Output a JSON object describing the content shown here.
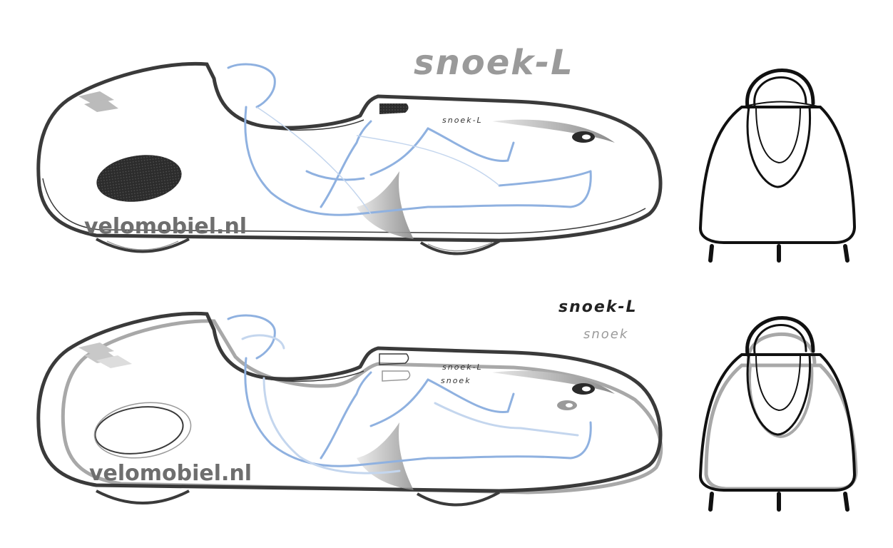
{
  "title": "snoek-L",
  "top": {
    "brand": "velomobiel.nl",
    "side_logo": "snoek-L"
  },
  "bottom": {
    "brand": "velomobiel.nl",
    "side_logo_l": "snoek-L",
    "side_logo_s": "snoek"
  },
  "legend": {
    "primary": "snoek-L",
    "secondary": "snoek"
  },
  "colors": {
    "body_stroke": "#3a3a3a",
    "rider_blue": "#8fb1e0",
    "rider_blue_light": "#c4d6ee",
    "gray_overlay": "#a8a8a8",
    "title_gray": "#9a9a9a"
  }
}
